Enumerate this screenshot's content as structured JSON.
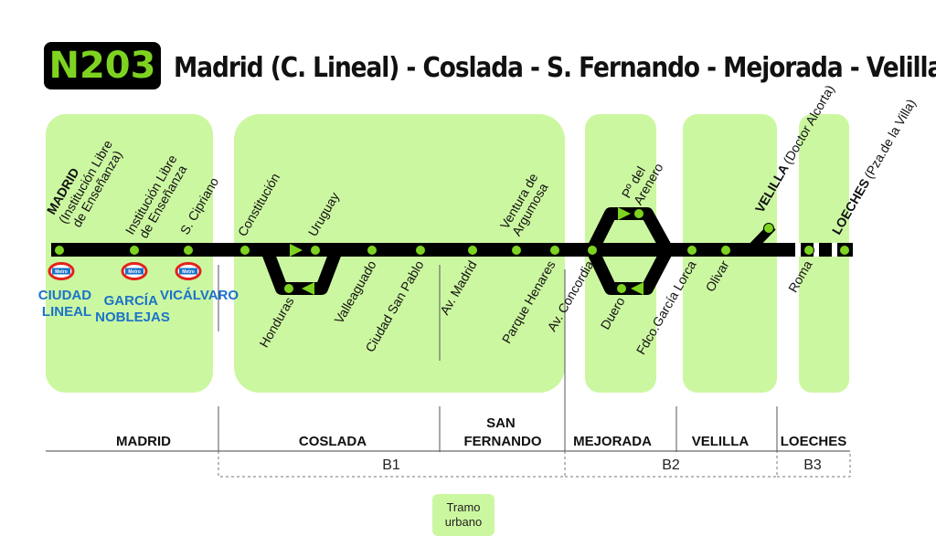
{
  "header": {
    "route_code": "N203",
    "route_title": "Madrid (C. Lineal) - Coslada - S. Fernando - Mejorada - Velilla"
  },
  "colors": {
    "zone_fill": "#ccf7a1",
    "stop_fill": "#7ed321",
    "route_line": "#000000",
    "metro_red": "#e2231a",
    "metro_blue": "#1a73c9",
    "badge_text": "#7ed321"
  },
  "stops": {
    "madrid_ilibre": {
      "bold": "MADRID",
      "lines": [
        "(Institución Libre",
        "de Enseñanza)"
      ]
    },
    "ilibre_2": {
      "lines": [
        "Institución Libre",
        "de Enseñanza"
      ]
    },
    "s_cipriano": {
      "lines": [
        "S. Cipriano"
      ]
    },
    "constitucion": {
      "lines": [
        "Constitución"
      ]
    },
    "uruguay": {
      "lines": [
        "Uruguay"
      ]
    },
    "honduras": {
      "lines": [
        "Honduras"
      ]
    },
    "valleaguado": {
      "lines": [
        "Valleaguado"
      ]
    },
    "ciudad_san_pablo": {
      "lines": [
        "Ciudad San Pablo"
      ]
    },
    "av_madrid": {
      "lines": [
        "Av. Madrid"
      ]
    },
    "ventura_argumosa": {
      "lines": [
        "Ventura de",
        "Argumosa"
      ]
    },
    "parque_henares": {
      "lines": [
        "Parque Henares"
      ]
    },
    "av_concordia": {
      "lines": [
        "Av. Concordia"
      ]
    },
    "po_arenero": {
      "lines": [
        "Pº del",
        "Arenero"
      ]
    },
    "duero": {
      "lines": [
        "Duero"
      ]
    },
    "fdco_garcia_lorca": {
      "lines": [
        "Fdco.García Lorca"
      ]
    },
    "olivar": {
      "lines": [
        "Olivar"
      ]
    },
    "velilla_doctor": {
      "bold": "VELILLA",
      "lines": [
        "(Doctor Alcorta)"
      ]
    },
    "roma": {
      "lines": [
        "Roma"
      ]
    },
    "loeches_villa": {
      "bold": "LOECHES",
      "lines": [
        "(Pza.de la Villa)"
      ]
    }
  },
  "metro": {
    "logo_text": "Metro",
    "ciudad_lineal": [
      "CIUDAD",
      "LINEAL"
    ],
    "garcia_noblejas": [
      "GARCÍA",
      "NOBLEJAS"
    ],
    "vicalvaro": [
      "VICÁLVARO"
    ]
  },
  "municipalities": {
    "madrid": [
      "MADRID"
    ],
    "coslada": [
      "COSLADA"
    ],
    "san_fernando": [
      "SAN",
      "FERNANDO"
    ],
    "mejorada": [
      "MEJORADA"
    ],
    "velilla": [
      "VELILLA"
    ],
    "loeches": [
      "LOECHES"
    ]
  },
  "fare_zones": {
    "b1": "B1",
    "b2": "B2",
    "b3": "B3"
  },
  "legend": {
    "urban_section": "Tramo\nurbano"
  }
}
